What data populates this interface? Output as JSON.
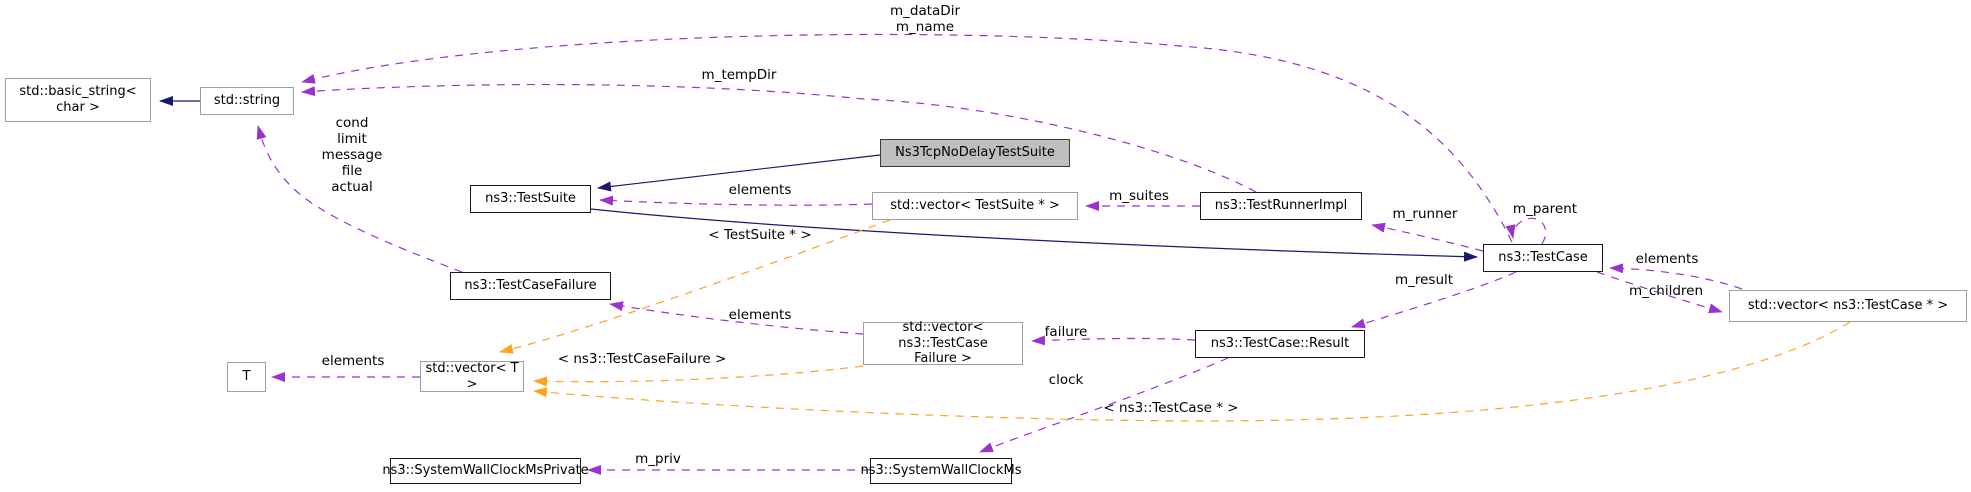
{
  "diagram": {
    "type": "uml-collaboration-graph",
    "main_class": "Ns3TcpNoDelayTestSuite",
    "colors": {
      "inheritance_edge": "#191970",
      "usage_edge": "#9a32cd",
      "template_edge": "#ffa31e",
      "main_node_fill": "#bfbfbf",
      "node_fill": "#ffffff"
    },
    "nodes": {
      "basic_string": {
        "label": "std::basic_string<\nchar >"
      },
      "std_string": {
        "label": "std::string"
      },
      "main": {
        "label": "Ns3TcpNoDelayTestSuite"
      },
      "test_suite": {
        "label": "ns3::TestSuite"
      },
      "vec_test_suite": {
        "label": "std::vector< TestSuite * >"
      },
      "test_runner": {
        "label": "ns3::TestRunnerImpl"
      },
      "test_case": {
        "label": "ns3::TestCase"
      },
      "test_case_failure": {
        "label": "ns3::TestCaseFailure"
      },
      "vec_test_case": {
        "label": "std::vector< ns3::TestCase * >"
      },
      "vec_failure": {
        "label": "std::vector< ns3::TestCase\nFailure >"
      },
      "result": {
        "label": "ns3::TestCase::Result"
      },
      "t": {
        "label": "T"
      },
      "vec_t": {
        "label": "std::vector< T >"
      },
      "sys_priv": {
        "label": "ns3::SystemWallClockMsPrivate"
      },
      "sys_clock": {
        "label": "ns3::SystemWallClockMs"
      }
    },
    "edge_labels": {
      "data_dir_name": "m_dataDir\nm_name",
      "temp_dir": "m_tempDir",
      "failure_members": "cond\nlimit\nmessage\nfile\nactual",
      "elements_suite": "elements",
      "tmpl_suite": "< TestSuite * >",
      "m_suites": "m_suites",
      "m_runner": "m_runner",
      "m_parent": "m_parent",
      "elements_case": "elements",
      "m_children": "m_children",
      "m_result": "m_result",
      "elements_failure": "elements",
      "failure": "failure",
      "tmpl_failure": "< ns3::TestCaseFailure >",
      "elements_t": "elements",
      "clock": "clock",
      "tmpl_case": "< ns3::TestCase * >",
      "m_priv": "m_priv"
    }
  }
}
